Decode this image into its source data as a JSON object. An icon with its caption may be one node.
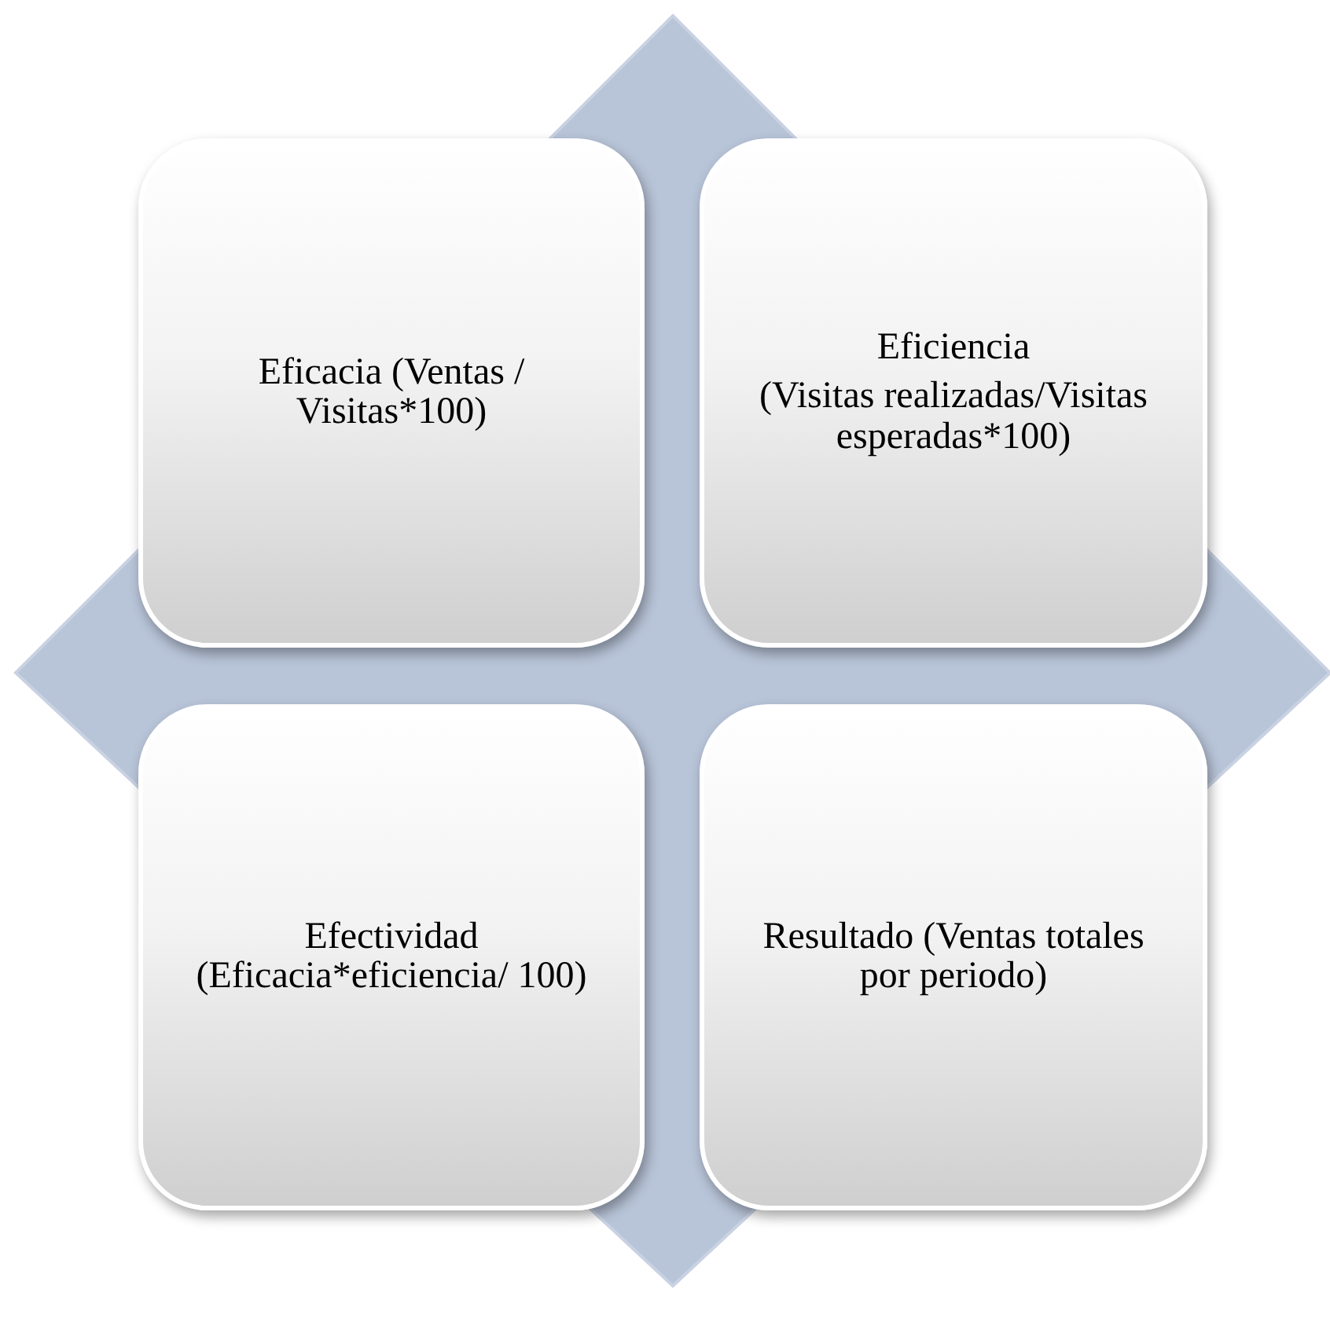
{
  "diagram": {
    "nodes": [
      {
        "text": [
          "Eficacia (Ventas / Visitas*100)"
        ]
      },
      {
        "text": [
          "Eficiencia",
          "(Visitas realizadas/Visitas esperadas*100)"
        ]
      },
      {
        "text": [
          "Efectividad (Eficacia*eficiencia/ 100)"
        ]
      },
      {
        "text": [
          "Resultado (Ventas totales por periodo)"
        ]
      }
    ]
  }
}
